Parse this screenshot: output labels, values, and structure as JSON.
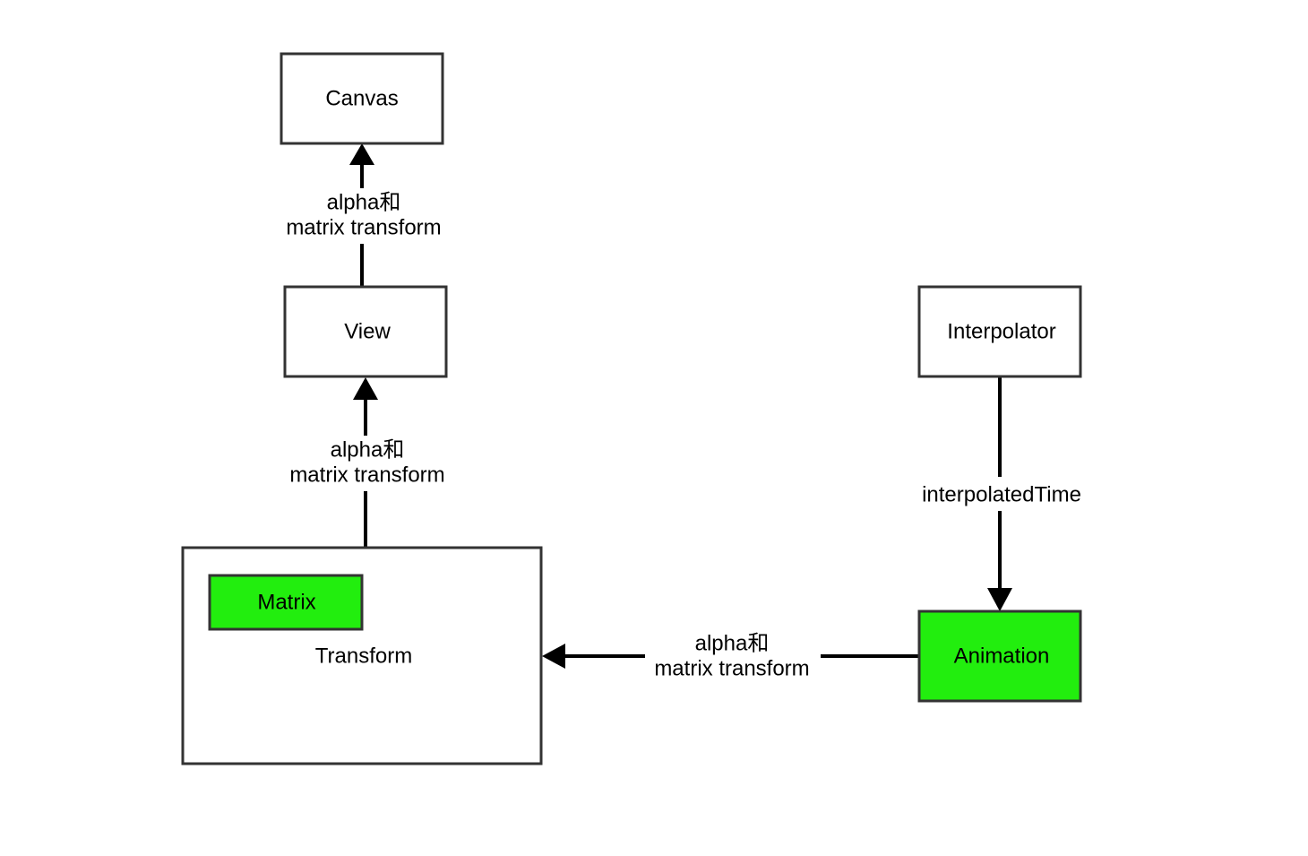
{
  "colors": {
    "background": "#ffffff",
    "stroke": "#333333",
    "highlight_fill": "#22ee0e",
    "text": "#000000"
  },
  "nodes": {
    "canvas": {
      "label": "Canvas",
      "highlighted": false
    },
    "view": {
      "label": "View",
      "highlighted": false
    },
    "transform": {
      "label": "Transform",
      "highlighted": false
    },
    "matrix": {
      "label": "Matrix",
      "highlighted": true
    },
    "interpolator": {
      "label": "Interpolator",
      "highlighted": false
    },
    "animation": {
      "label": "Animation",
      "highlighted": true
    }
  },
  "edges": {
    "view_to_canvas": {
      "from": "View",
      "to": "Canvas",
      "label_line1": "alpha和",
      "label_line2": "matrix transform"
    },
    "transform_to_view": {
      "from": "Transform",
      "to": "View",
      "label_line1": "alpha和",
      "label_line2": "matrix transform"
    },
    "interpolator_to_animation": {
      "from": "Interpolator",
      "to": "Animation",
      "label_line1": "interpolatedTime"
    },
    "animation_to_transform": {
      "from": "Animation",
      "to": "Transform",
      "label_line1": "alpha和",
      "label_line2": "matrix transform"
    }
  }
}
